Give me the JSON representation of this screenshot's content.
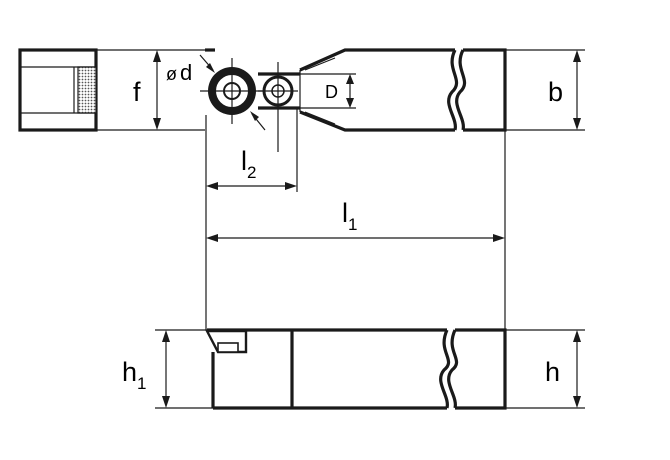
{
  "labels": {
    "diameter_symbol": "ø",
    "d": "d",
    "f": "f",
    "D": "D",
    "b": "b",
    "l": "l",
    "sub_2": "2",
    "sub_1": "1",
    "h": "h",
    "h1_main": "h",
    "h1_sub": "1"
  },
  "colors": {
    "line": "#1a1a1a",
    "background": "#ffffff",
    "hatch": "#7a7a7a"
  }
}
